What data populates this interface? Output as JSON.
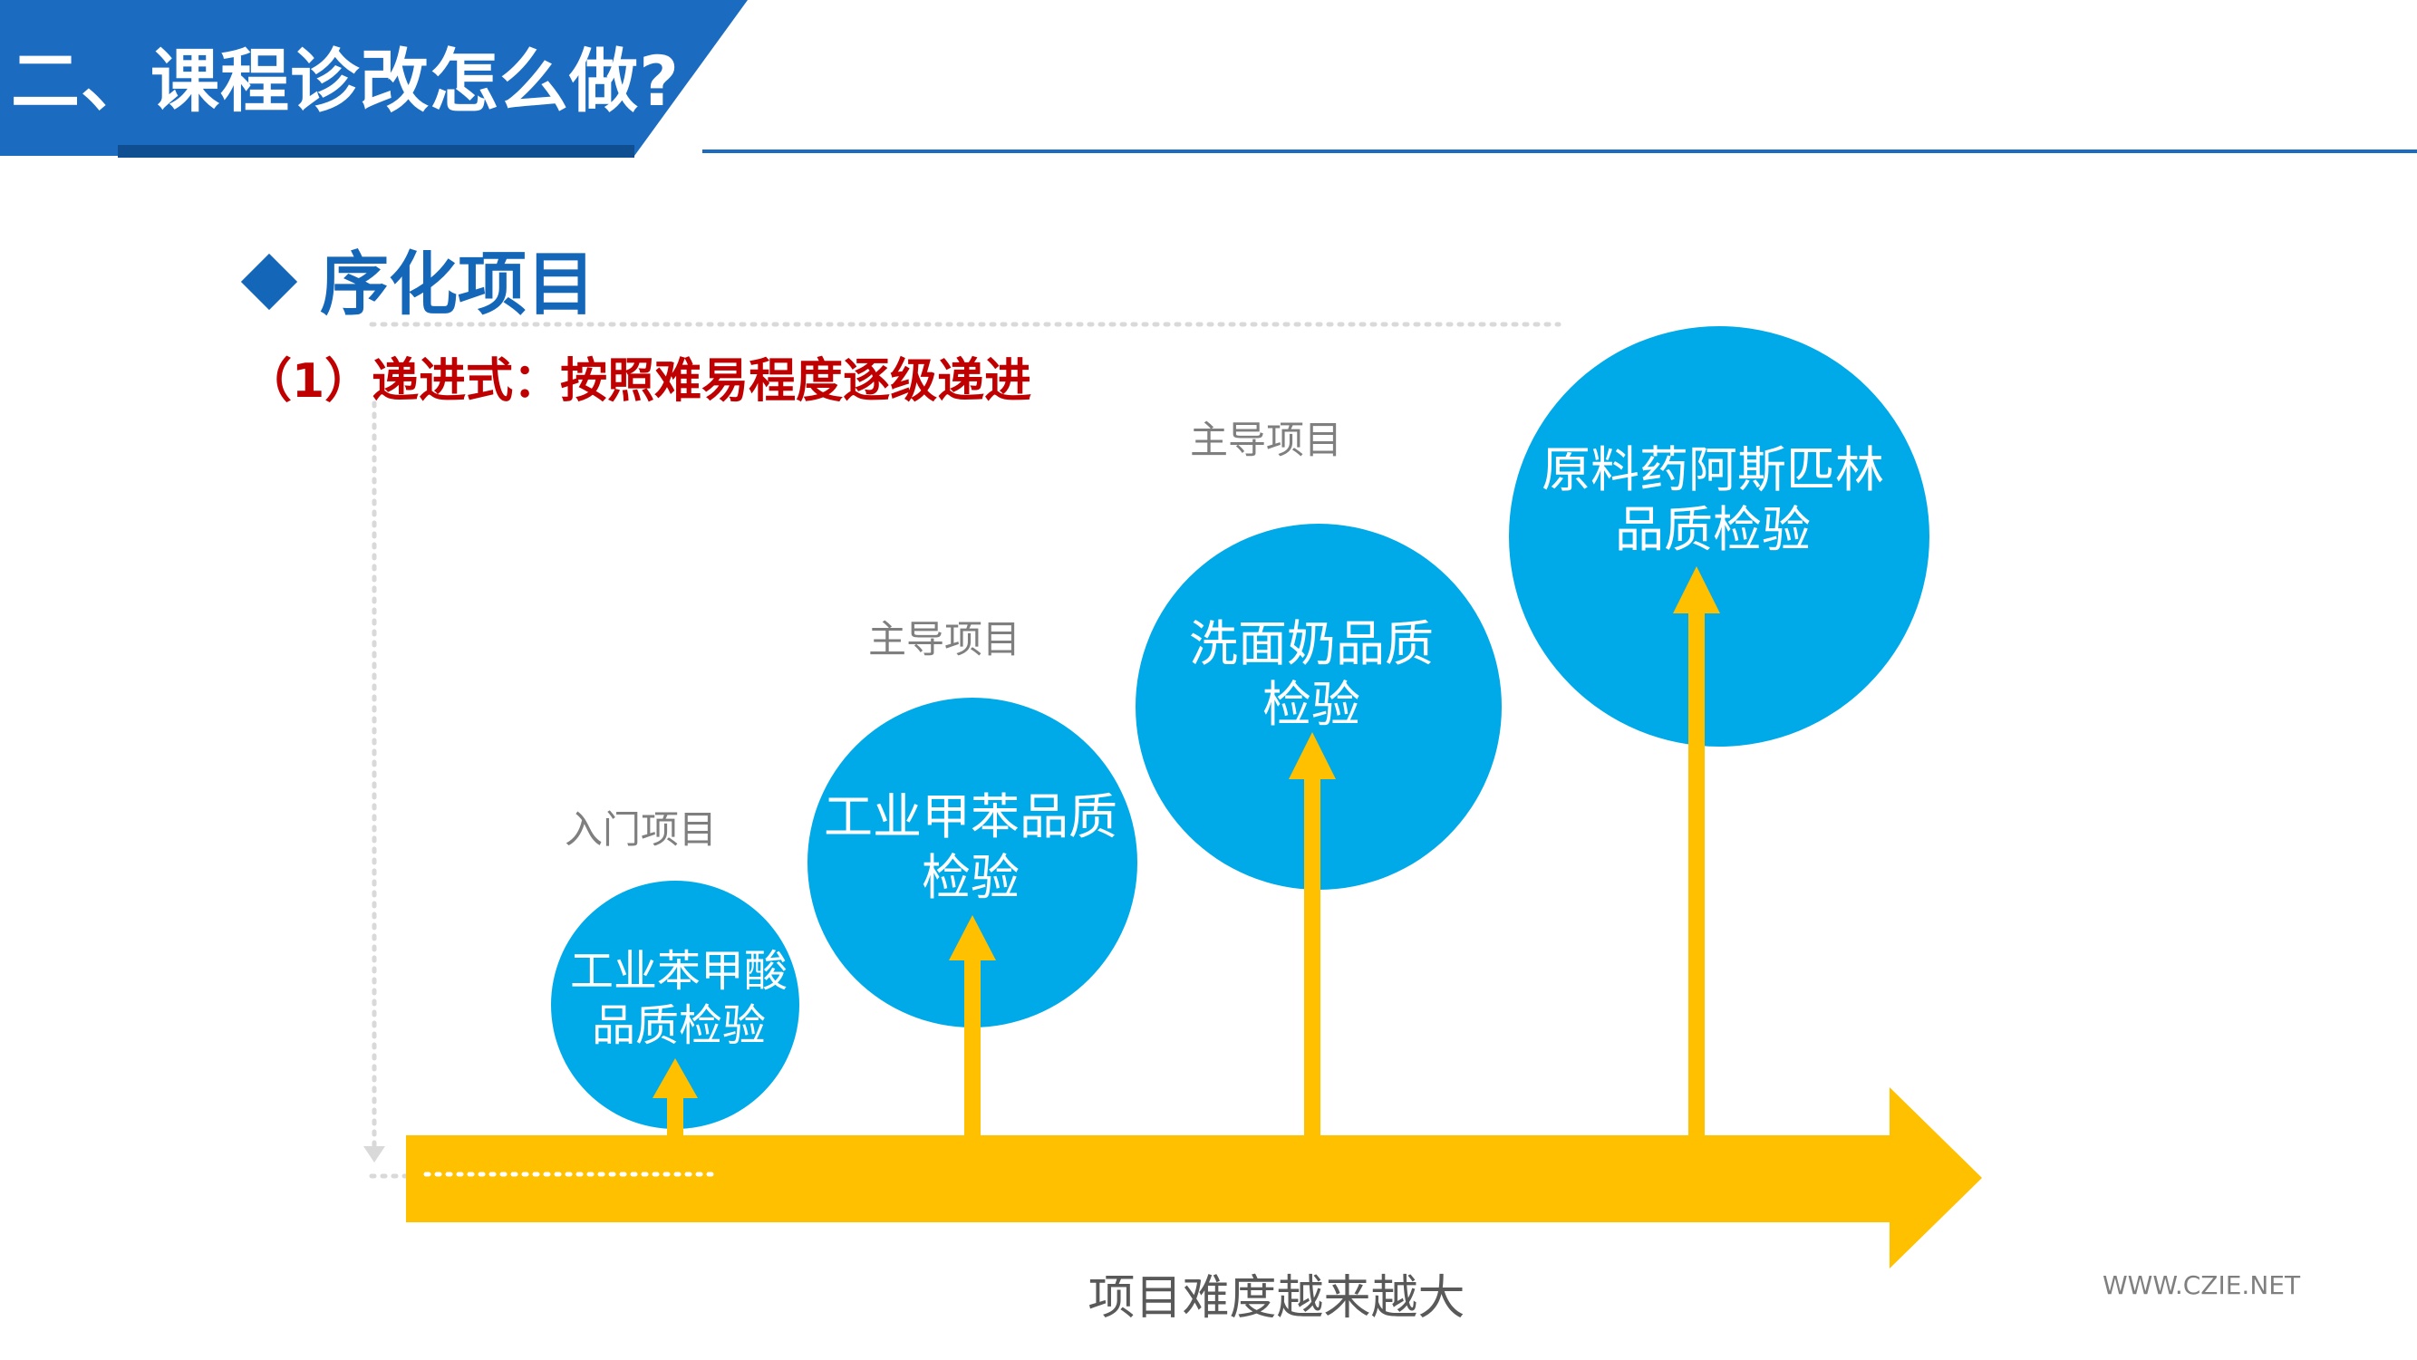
{
  "header": {
    "title": "二、课程诊改怎么做?"
  },
  "section": {
    "title": "序化项目",
    "subtitle": "（1）递进式：按照难易程度逐级递进"
  },
  "axis": {
    "label": "项目难度越来越大"
  },
  "nodes": [
    {
      "caption": "入门项目",
      "lines": [
        "工业苯甲酸",
        "品质检验"
      ]
    },
    {
      "caption": "主导项目",
      "lines": [
        "工业甲苯品质",
        "检验"
      ]
    },
    {
      "caption": "主导项目",
      "lines": [
        "洗面奶品质",
        "检验"
      ]
    },
    {
      "caption": "",
      "lines": [
        "原料药阿斯匹林",
        "品质检验"
      ]
    }
  ],
  "watermark": "WWW.CZIE.NET",
  "colors": {
    "header_blue": "#1b6cc0",
    "circle_blue": "#00a9e8",
    "arrow_yellow": "#ffc000",
    "subtitle_red": "#c00000"
  }
}
